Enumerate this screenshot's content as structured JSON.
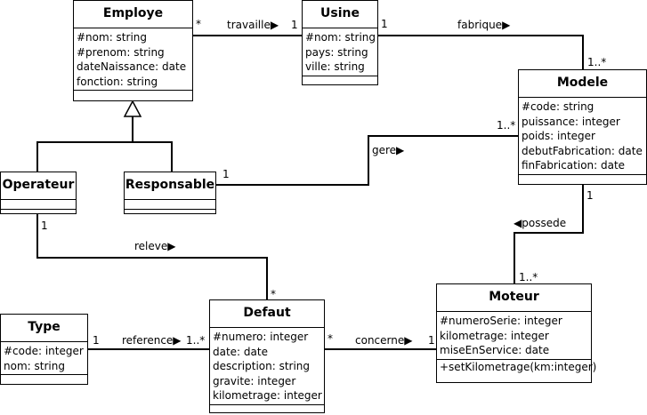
{
  "classes": {
    "employe": {
      "name": "Employe",
      "attributes": [
        "#nom: string",
        "#prenom: string",
        " dateNaissance: date",
        " fonction: string"
      ]
    },
    "usine": {
      "name": "Usine",
      "attributes": [
        "#nom: string",
        " pays: string",
        " ville: string"
      ]
    },
    "modele": {
      "name": "Modele",
      "attributes": [
        "#code: string",
        " puissance: integer",
        " poids: integer",
        " debutFabrication: date",
        " finFabrication: date"
      ]
    },
    "operateur": {
      "name": "Operateur"
    },
    "responsable": {
      "name": "Responsable"
    },
    "type": {
      "name": "Type",
      "attributes": [
        "#code: integer",
        " nom: string"
      ]
    },
    "defaut": {
      "name": "Defaut",
      "attributes": [
        "#numero: integer",
        " date: date",
        " description: string",
        " gravite: integer",
        " kilometrage: integer"
      ]
    },
    "moteur": {
      "name": "Moteur",
      "attributes": [
        "#numeroSerie: integer",
        " kilometrage: integer",
        " miseEnService: date"
      ],
      "operations": [
        "+setKilometrage(km:integer)"
      ]
    }
  },
  "associations": {
    "travaille": {
      "label": "travaille▶",
      "from_mult": "*",
      "to_mult": "1"
    },
    "fabrique": {
      "label": "fabrique▶",
      "from_mult": "1",
      "to_mult": "1..*"
    },
    "gere": {
      "label": "gere▶",
      "from_mult": "1",
      "to_mult": "1..*"
    },
    "releve": {
      "label": "releve▶",
      "from_mult": "1",
      "to_mult": "*"
    },
    "possede": {
      "label": "◀possede",
      "from_mult": "1",
      "to_mult": "1..*"
    },
    "reference": {
      "label": "reference▶",
      "from_mult": "1",
      "to_mult": "1..*"
    },
    "concerne": {
      "label": "concerne▶",
      "from_mult": "*",
      "to_mult": "1"
    }
  }
}
